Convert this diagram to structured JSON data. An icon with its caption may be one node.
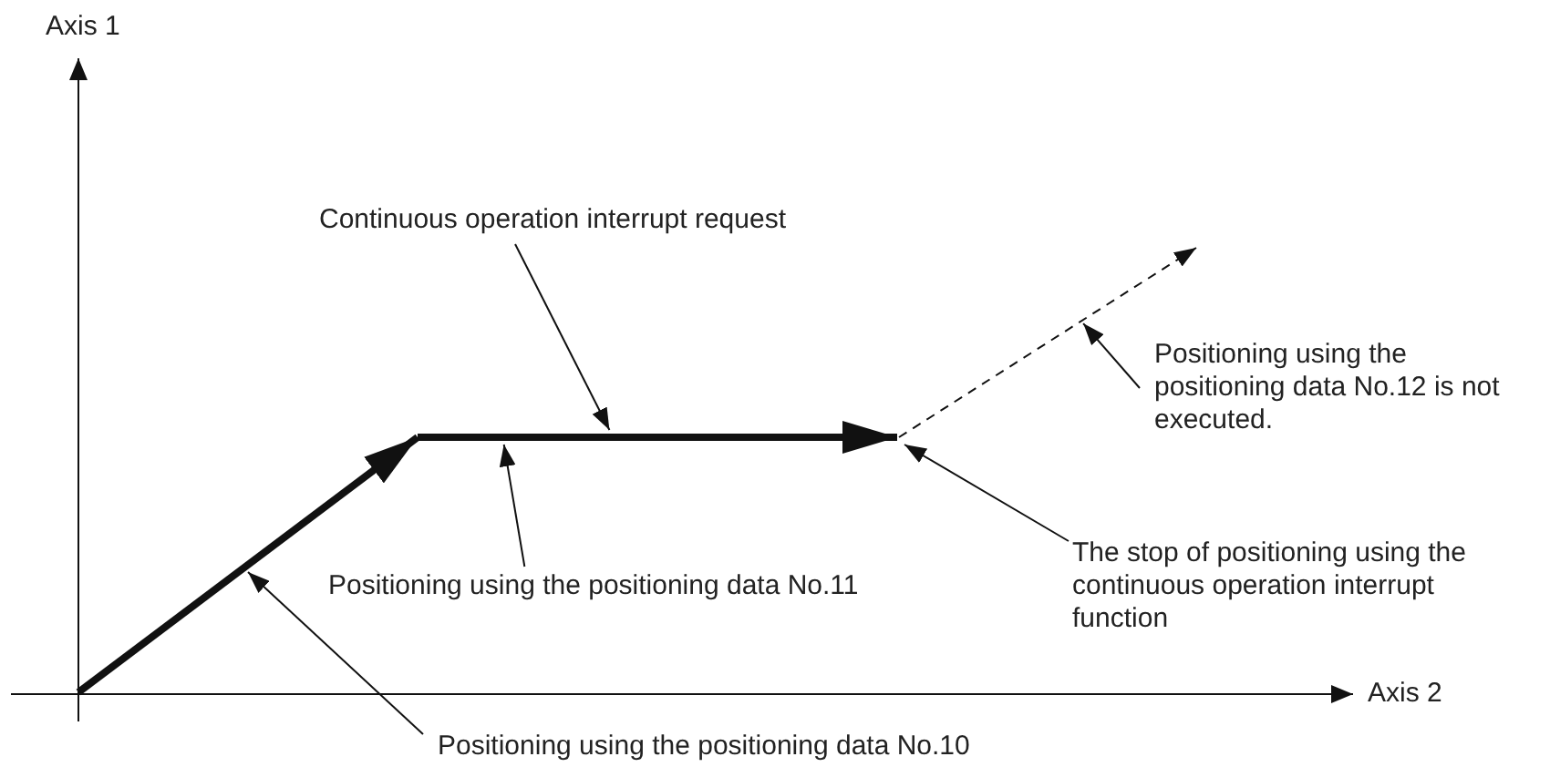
{
  "diagram": {
    "nodes": [
      {
        "text": [
          "Continuous operation interrupt request"
        ]
      },
      {
        "text": [],
        "shape": "line"
      },
      {
        "text": [],
        "shape": "line"
      },
      {
        "text": [],
        "shape": "line"
      },
      {
        "text": [
          "Positioning using the positioning data No.12 is not executed."
        ]
      },
      {
        "text": [
          "Positioning using the positioning data No.11"
        ]
      },
      {
        "text": [
          "The stop of positioning using the continuous operation interrupt function"
        ]
      },
      {
        "text": [
          "Positioning using the positioning data No.10"
        ]
      }
    ],
    "edges": [
      {
        "from": 0,
        "to": 2,
        "arrow": "to"
      },
      {
        "from": 4,
        "to": 3,
        "arrow": "to"
      },
      {
        "from": 5,
        "to": 2,
        "arrow": "to"
      },
      {
        "from": 6,
        "to": 2,
        "arrow": "to"
      },
      {
        "from": 7,
        "to": 1,
        "arrow": "to"
      }
    ],
    "labels": [
      "Axis 1",
      "Axis 2"
    ]
  }
}
